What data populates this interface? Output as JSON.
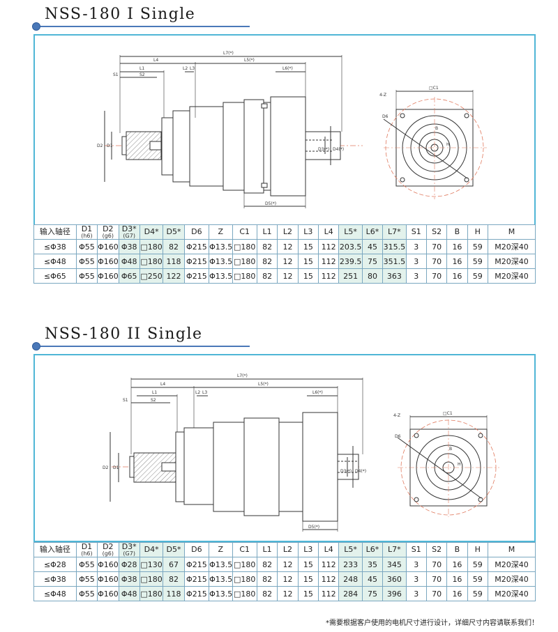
{
  "sections": [
    {
      "title": "NSS-180 I Single",
      "columns": [
        {
          "main": "输入轴径",
          "sub": ""
        },
        {
          "main": "D1",
          "sub": "(h6)"
        },
        {
          "main": "D2",
          "sub": "(g6)"
        },
        {
          "main": "D3*",
          "sub": "(G7)"
        },
        {
          "main": "D4*",
          "sub": ""
        },
        {
          "main": "D5*",
          "sub": ""
        },
        {
          "main": "D6",
          "sub": ""
        },
        {
          "main": "Z",
          "sub": ""
        },
        {
          "main": "C1",
          "sub": ""
        },
        {
          "main": "L1",
          "sub": ""
        },
        {
          "main": "L2",
          "sub": ""
        },
        {
          "main": "L3",
          "sub": ""
        },
        {
          "main": "L4",
          "sub": ""
        },
        {
          "main": "L5*",
          "sub": ""
        },
        {
          "main": "L6*",
          "sub": ""
        },
        {
          "main": "L7*",
          "sub": ""
        },
        {
          "main": "S1",
          "sub": ""
        },
        {
          "main": "S2",
          "sub": ""
        },
        {
          "main": "B",
          "sub": ""
        },
        {
          "main": "H",
          "sub": ""
        },
        {
          "main": "M",
          "sub": ""
        }
      ],
      "rows": [
        [
          "≤Φ38",
          "Φ55",
          "Φ160",
          "Φ38",
          "□180",
          "82",
          "Φ215",
          "Φ13.5",
          "□180",
          "82",
          "12",
          "15",
          "112",
          "203.5",
          "45",
          "315.5",
          "3",
          "70",
          "16",
          "59",
          "M20深40"
        ],
        [
          "≤Φ48",
          "Φ55",
          "Φ160",
          "Φ48",
          "□180",
          "118",
          "Φ215",
          "Φ13.5",
          "□180",
          "82",
          "12",
          "15",
          "112",
          "239.5",
          "75",
          "351.5",
          "3",
          "70",
          "16",
          "59",
          "M20深40"
        ],
        [
          "≤Φ65",
          "Φ55",
          "Φ160",
          "Φ65",
          "□250",
          "122",
          "Φ215",
          "Φ13.5",
          "□180",
          "82",
          "12",
          "15",
          "112",
          "251",
          "80",
          "363",
          "3",
          "70",
          "16",
          "59",
          "M20深40"
        ]
      ],
      "drawing_labels": {
        "l7": "L7(*)",
        "l4": "L4",
        "l5": "L5(*)",
        "l1": "L1",
        "l2": "L2",
        "l3": "L3",
        "l6": "L6(*)",
        "s1": "S1",
        "s2": "S2",
        "d1": "D1",
        "d2": "D2",
        "d3": "D3(*)",
        "d4": "D4(*)",
        "d5": "D5(*)",
        "c1": "□C1",
        "z": "4-Z",
        "d6": "D6",
        "b": "B",
        "h": "H"
      }
    },
    {
      "title": "NSS-180 II Single",
      "columns": [
        {
          "main": "输入轴径",
          "sub": ""
        },
        {
          "main": "D1",
          "sub": "(h6)"
        },
        {
          "main": "D2",
          "sub": "(g6)"
        },
        {
          "main": "D3*",
          "sub": "(G7)"
        },
        {
          "main": "D4*",
          "sub": ""
        },
        {
          "main": "D5*",
          "sub": ""
        },
        {
          "main": "D6",
          "sub": ""
        },
        {
          "main": "Z",
          "sub": ""
        },
        {
          "main": "C1",
          "sub": ""
        },
        {
          "main": "L1",
          "sub": ""
        },
        {
          "main": "L2",
          "sub": ""
        },
        {
          "main": "L3",
          "sub": ""
        },
        {
          "main": "L4",
          "sub": ""
        },
        {
          "main": "L5*",
          "sub": ""
        },
        {
          "main": "L6*",
          "sub": ""
        },
        {
          "main": "L7*",
          "sub": ""
        },
        {
          "main": "S1",
          "sub": ""
        },
        {
          "main": "S2",
          "sub": ""
        },
        {
          "main": "B",
          "sub": ""
        },
        {
          "main": "H",
          "sub": ""
        },
        {
          "main": "M",
          "sub": ""
        }
      ],
      "rows": [
        [
          "≤Φ28",
          "Φ55",
          "Φ160",
          "Φ28",
          "□130",
          "67",
          "Φ215",
          "Φ13.5",
          "□180",
          "82",
          "12",
          "15",
          "112",
          "233",
          "35",
          "345",
          "3",
          "70",
          "16",
          "59",
          "M20深40"
        ],
        [
          "≤Φ38",
          "Φ55",
          "Φ160",
          "Φ38",
          "□180",
          "82",
          "Φ215",
          "Φ13.5",
          "□180",
          "82",
          "12",
          "15",
          "112",
          "248",
          "45",
          "360",
          "3",
          "70",
          "16",
          "59",
          "M20深40"
        ],
        [
          "≤Φ48",
          "Φ55",
          "Φ160",
          "Φ48",
          "□180",
          "118",
          "Φ215",
          "Φ13.5",
          "□180",
          "82",
          "12",
          "15",
          "112",
          "284",
          "75",
          "396",
          "3",
          "70",
          "16",
          "59",
          "M20深40"
        ]
      ],
      "drawing_labels": {
        "l7": "L7(*)",
        "l4": "L4",
        "l5": "L5(*)",
        "l1": "L1",
        "l2": "L2",
        "l3": "L3",
        "l6": "L6(*)",
        "s1": "S1",
        "s2": "S2",
        "d1": "D1",
        "d2": "D2",
        "d3": "D3(*)",
        "d4": "D4(*)",
        "d5": "D5(*)",
        "c1": "□C1",
        "z": "4-Z",
        "d6": "D6",
        "b": "B",
        "h": "H"
      }
    }
  ],
  "footnote": "*需要根据客户使用的电机尺寸进行设计，详细尺寸内容请联系我们！",
  "colors": {
    "accent": "#4fb6d6",
    "title_line": "#4a78b8",
    "highlight": "#e3f2ec",
    "drawing_line": "#333333",
    "center_line": "#e07a5f"
  }
}
